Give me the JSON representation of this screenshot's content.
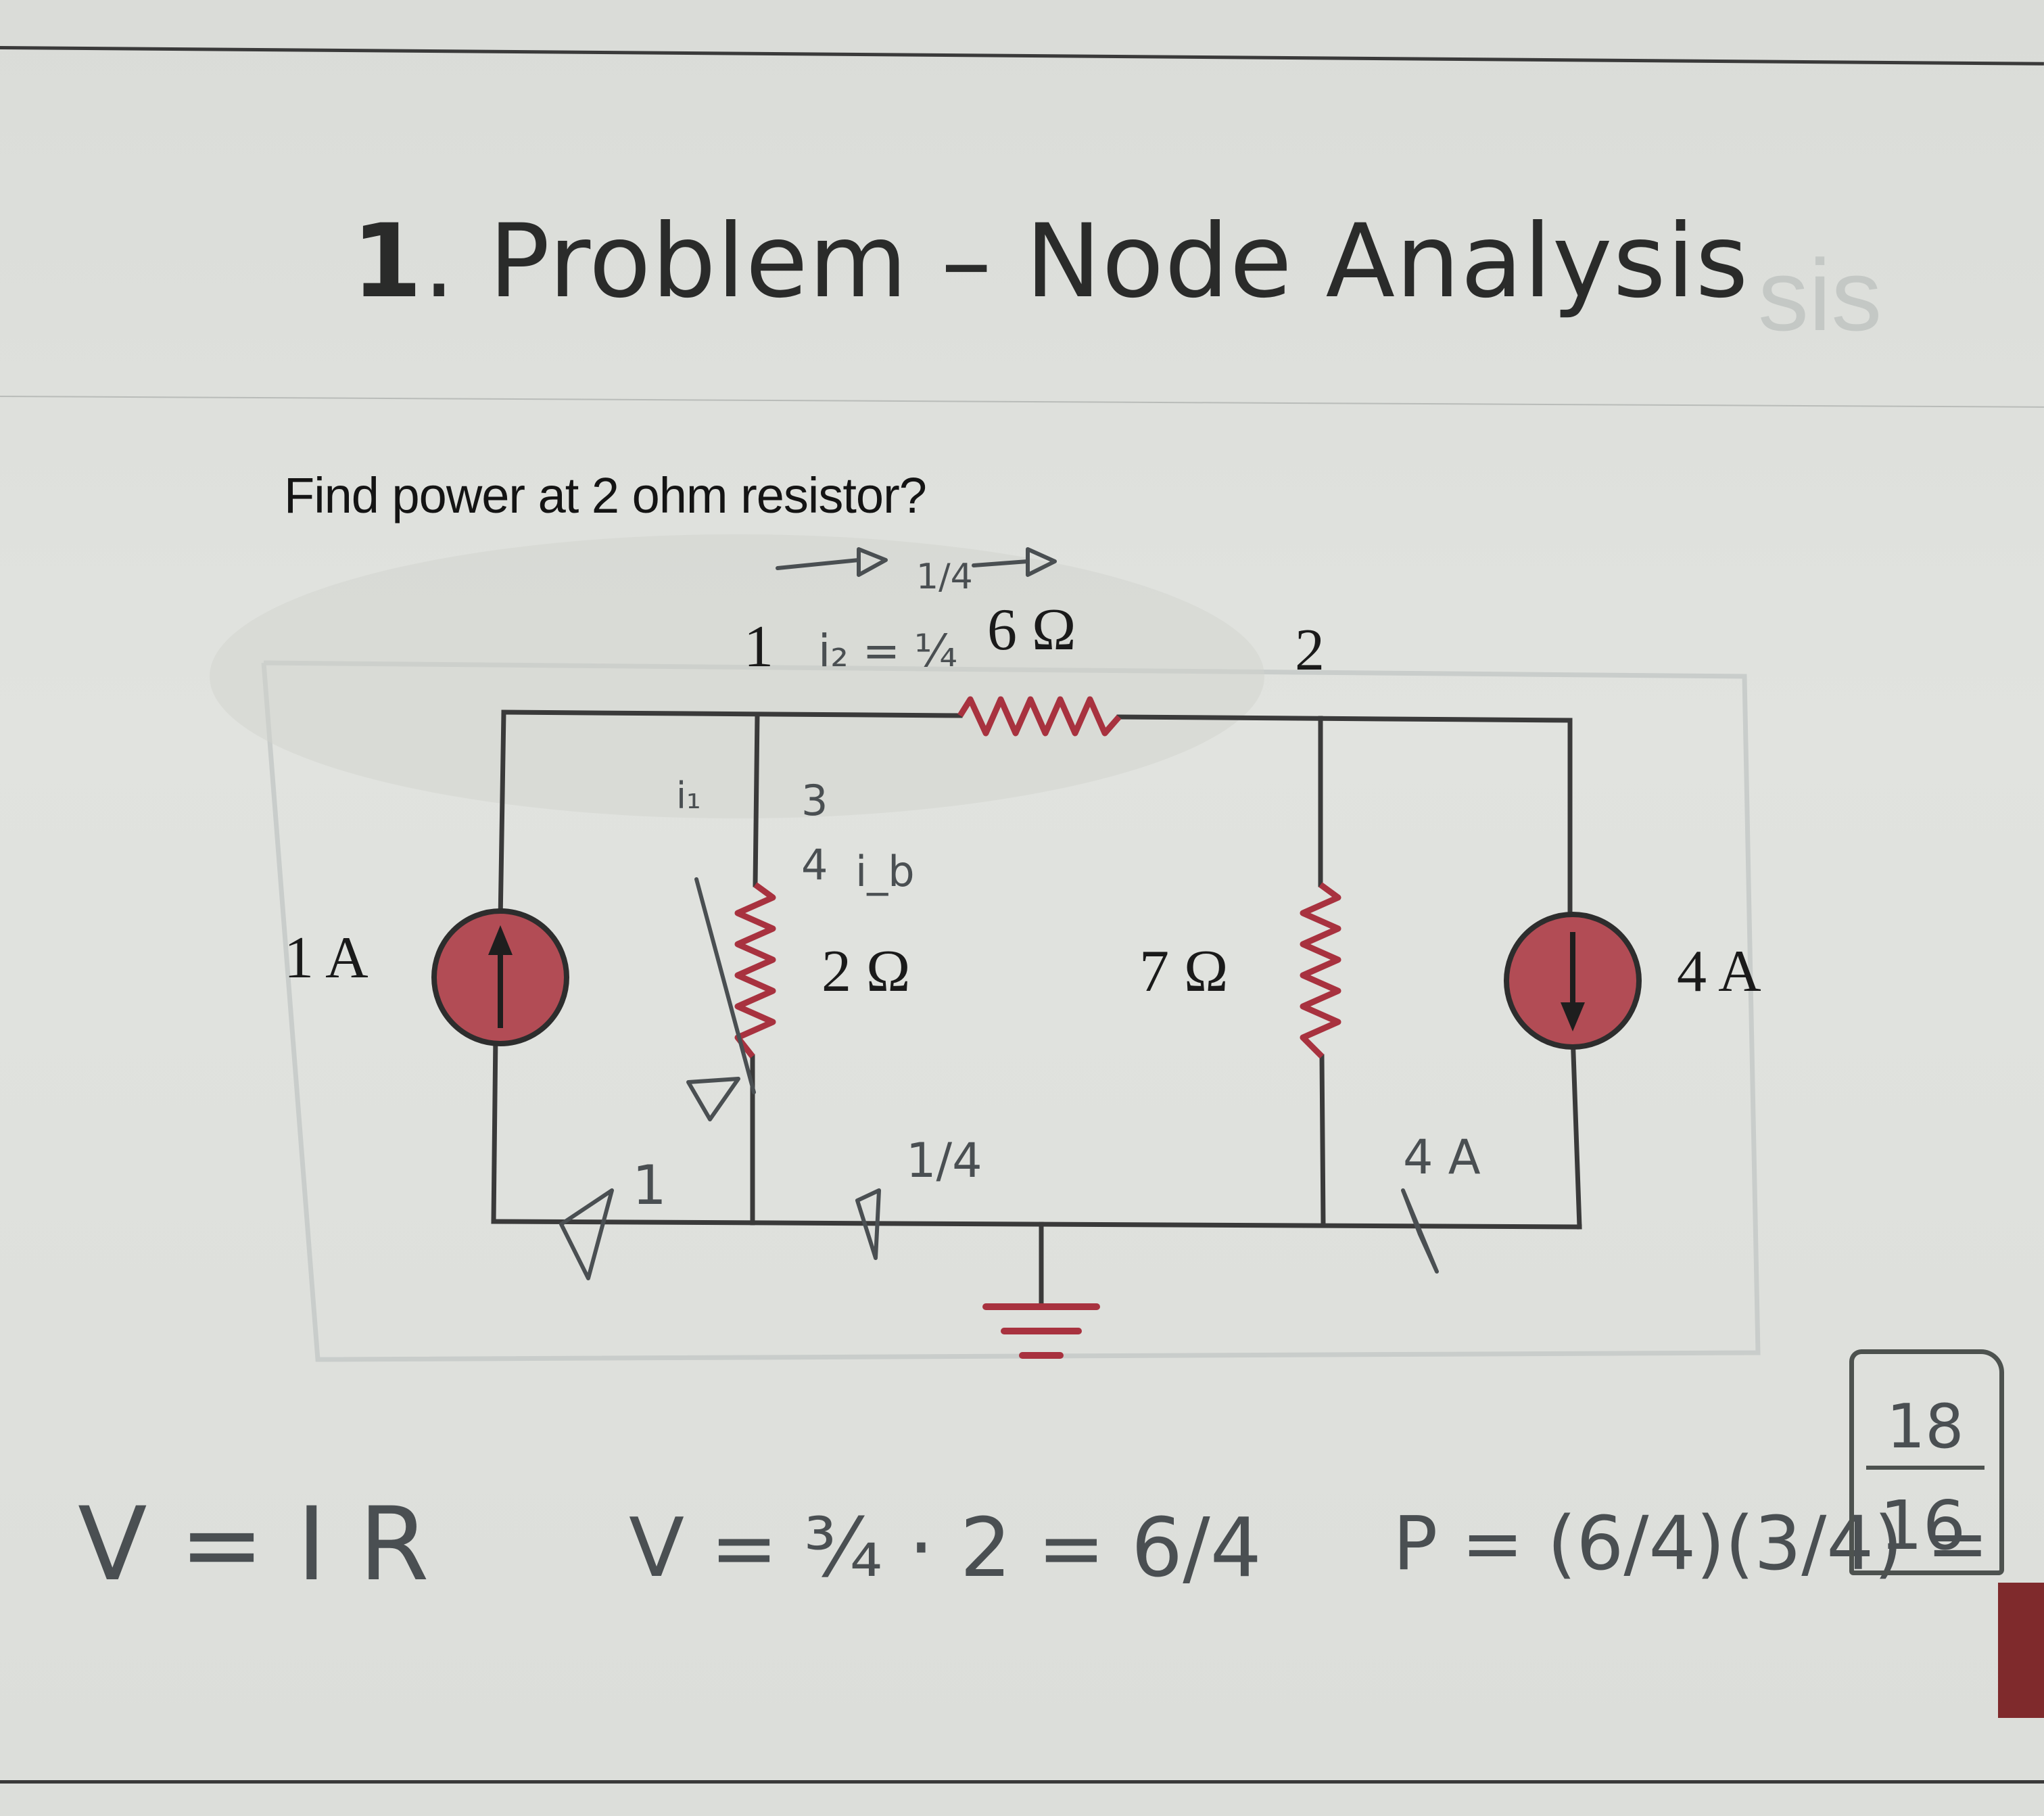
{
  "header": {
    "title_number": "1",
    "title_text": ". Problem – Node Analysis",
    "show_through_text": "sis"
  },
  "problem": {
    "question": "Find power at 2 ohm resistor?"
  },
  "circuit": {
    "node_labels": [
      "1",
      "2"
    ],
    "components": [
      {
        "kind": "resistor",
        "label": "6 Ω"
      },
      {
        "kind": "resistor",
        "label": "2 Ω"
      },
      {
        "kind": "resistor",
        "label": "7 Ω"
      },
      {
        "kind": "current-source",
        "label": "1 A",
        "direction": "up"
      },
      {
        "kind": "current-source",
        "label": "4 A",
        "direction": "down"
      }
    ],
    "colors": {
      "resistor": "#a8323f",
      "source_fill": "#b24c55",
      "wire": "#3a3a3a",
      "handwriting": "#4a4f52"
    }
  },
  "annotations": {
    "i2_label": "i₂ = ¼",
    "arrow_fraction": "1/4",
    "fraction_num": "3",
    "fraction_den": "4",
    "i_b_label": "i_b",
    "i1_label": "i₁",
    "bottom_one": "1",
    "bottom_quarter": "1/4",
    "bottom_4A": "4 A"
  },
  "work": {
    "ohms_law": "V = I R",
    "voltage": "V = ¾ · 2 = 6/4",
    "power": "P = (6/4)(3/4) =",
    "answer_num": "18",
    "answer_den": "16"
  }
}
